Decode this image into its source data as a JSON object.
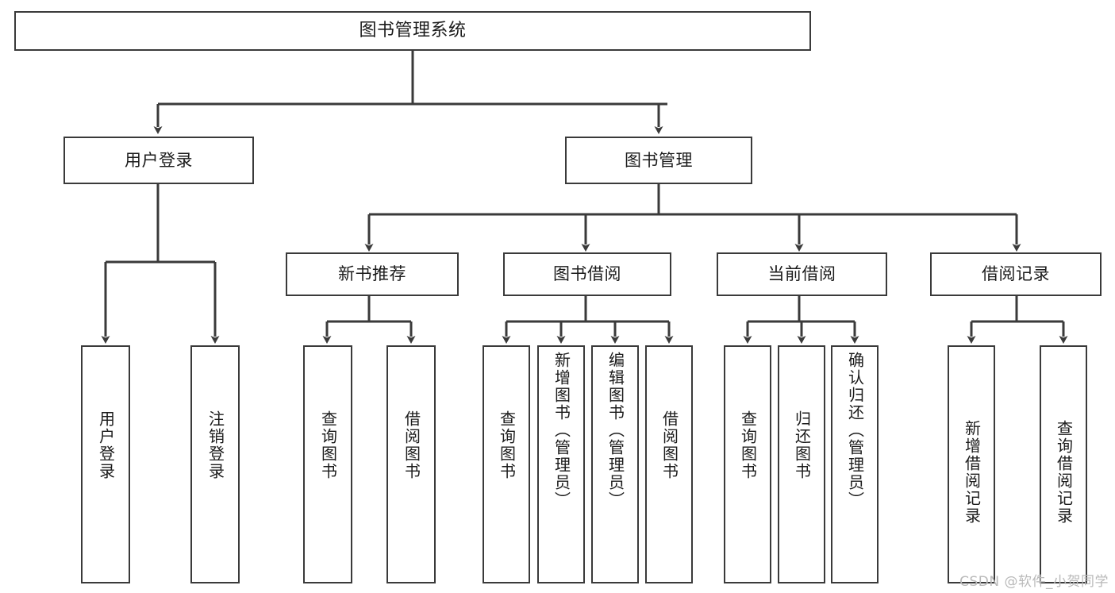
{
  "diagram": {
    "title": "图书管理系统",
    "type": "tree",
    "background": "#ffffff",
    "line_color": "#3a3a3a",
    "text_color": "#1b1b1b",
    "levels": {
      "root": [
        "图书管理系统"
      ],
      "level2": [
        "用户登录",
        "图书管理"
      ],
      "level3": [
        "新书推荐",
        "图书借阅",
        "当前借阅",
        "借阅记录"
      ],
      "leaves": [
        "用户登录",
        "注销登录",
        "查询图书",
        "借阅图书",
        "查询图书",
        "新增图书（管理员）",
        "编辑图书（管理员）",
        "借阅图书",
        "查询图书",
        "归还图书",
        "确认归还（管理员）",
        "新增借阅记录",
        "查询借阅记录"
      ]
    },
    "nodes": {
      "root": {
        "label": "图书管理系统"
      },
      "user_login": {
        "label": "用户登录"
      },
      "book_manage": {
        "label": "图书管理"
      },
      "new_book_rec": {
        "label": "新书推荐"
      },
      "book_borrow": {
        "label": "图书借阅"
      },
      "current_borrow": {
        "label": "当前借阅"
      },
      "borrow_record": {
        "label": "借阅记录"
      },
      "leaf_user_login": {
        "label": "用户登录"
      },
      "leaf_logout": {
        "label": "注销登录"
      },
      "leaf_query_book_1": {
        "label": "查询图书"
      },
      "leaf_borrow_book_1": {
        "label": "借阅图书"
      },
      "leaf_query_book_2": {
        "label": "查询图书"
      },
      "leaf_add_book": {
        "label": "新增图书（管理员）"
      },
      "leaf_edit_book": {
        "label": "编辑图书（管理员）"
      },
      "leaf_borrow_book_2": {
        "label": "借阅图书"
      },
      "leaf_query_book_3": {
        "label": "查询图书"
      },
      "leaf_return_book": {
        "label": "归还图书"
      },
      "leaf_confirm_return": {
        "label": "确认归还（管理员）"
      },
      "leaf_add_record": {
        "label": "新增借阅记录"
      },
      "leaf_query_record": {
        "label": "查询借阅记录"
      }
    },
    "edges": [
      {
        "from": "root",
        "to": "user_login"
      },
      {
        "from": "root",
        "to": "book_manage"
      },
      {
        "from": "user_login",
        "to": "leaf_user_login"
      },
      {
        "from": "user_login",
        "to": "leaf_logout"
      },
      {
        "from": "book_manage",
        "to": "new_book_rec"
      },
      {
        "from": "book_manage",
        "to": "book_borrow"
      },
      {
        "from": "book_manage",
        "to": "current_borrow"
      },
      {
        "from": "book_manage",
        "to": "borrow_record"
      },
      {
        "from": "new_book_rec",
        "to": "leaf_query_book_1"
      },
      {
        "from": "new_book_rec",
        "to": "leaf_borrow_book_1"
      },
      {
        "from": "book_borrow",
        "to": "leaf_query_book_2"
      },
      {
        "from": "book_borrow",
        "to": "leaf_add_book"
      },
      {
        "from": "book_borrow",
        "to": "leaf_edit_book"
      },
      {
        "from": "book_borrow",
        "to": "leaf_borrow_book_2"
      },
      {
        "from": "current_borrow",
        "to": "leaf_query_book_3"
      },
      {
        "from": "current_borrow",
        "to": "leaf_return_book"
      },
      {
        "from": "current_borrow",
        "to": "leaf_confirm_return"
      },
      {
        "from": "borrow_record",
        "to": "leaf_add_record"
      },
      {
        "from": "borrow_record",
        "to": "leaf_query_record"
      }
    ]
  },
  "watermark": {
    "text": "CSDN @软件_小贺同学"
  }
}
